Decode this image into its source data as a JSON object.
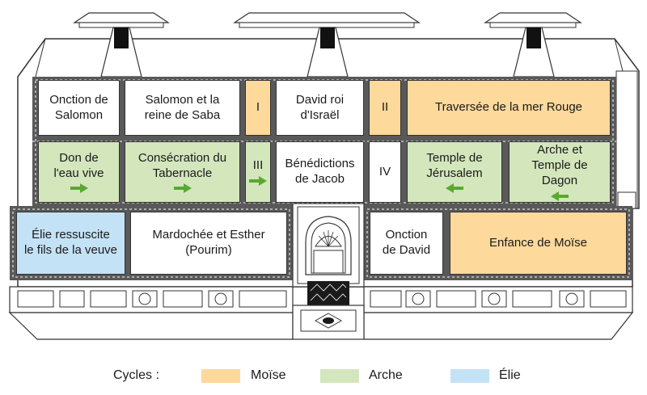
{
  "colors": {
    "moise": "#fdd99b",
    "arche": "#d4e6bc",
    "elie": "#c4e2f5",
    "plain": "#ffffff",
    "arrow": "#5aa832",
    "frame": "#595959",
    "line": "#333333"
  },
  "panels": [
    {
      "id": "onction-salomon",
      "label": "Onction de\nSalomon",
      "cycle": "plain"
    },
    {
      "id": "salomon-saba",
      "label": "Salomon et la\nreine de Saba",
      "cycle": "plain"
    },
    {
      "id": "roman-i",
      "label": "I",
      "cycle": "moise"
    },
    {
      "id": "david-roi",
      "label": "David roi\nd'Israël",
      "cycle": "plain"
    },
    {
      "id": "roman-ii",
      "label": "II",
      "cycle": "moise"
    },
    {
      "id": "traversee",
      "label": "Traversée de la mer Rouge",
      "cycle": "moise"
    },
    {
      "id": "don-eau",
      "label": "Don de\nl'eau vive",
      "cycle": "arche",
      "arrow": "right-arrow-icon"
    },
    {
      "id": "consecration",
      "label": "Consécration du\nTabernacle",
      "cycle": "arche",
      "arrow": "right-arrow-icon"
    },
    {
      "id": "roman-iii",
      "label": "III",
      "cycle": "arche",
      "arrow": "right-arrow-icon"
    },
    {
      "id": "benedictions",
      "label": "Bénédictions\nde Jacob",
      "cycle": "plain"
    },
    {
      "id": "roman-iv",
      "label": "IV",
      "cycle": "plain"
    },
    {
      "id": "temple-jerusalem",
      "label": "Temple de\nJérusalem",
      "cycle": "arche",
      "arrow": "left-arrow-icon"
    },
    {
      "id": "arche-dagon",
      "label": "Arche et\nTemple de\nDagon",
      "cycle": "arche",
      "arrow": "left-arrow-icon"
    },
    {
      "id": "elie-veuve",
      "label": "Élie ressuscite\nle fils de la veuve",
      "cycle": "elie"
    },
    {
      "id": "mardochee",
      "label": "Mardochée et Esther\n(Pourim)",
      "cycle": "plain"
    },
    {
      "id": "onction-david",
      "label": "Onction\nde David",
      "cycle": "plain"
    },
    {
      "id": "enfance-moise",
      "label": "Enfance de Moïse",
      "cycle": "moise"
    }
  ],
  "legend": {
    "title": "Cycles :",
    "items": [
      {
        "label": "Moïse",
        "cycle": "moise"
      },
      {
        "label": "Arche",
        "cycle": "arche"
      },
      {
        "label": "Élie",
        "cycle": "elie"
      }
    ]
  }
}
